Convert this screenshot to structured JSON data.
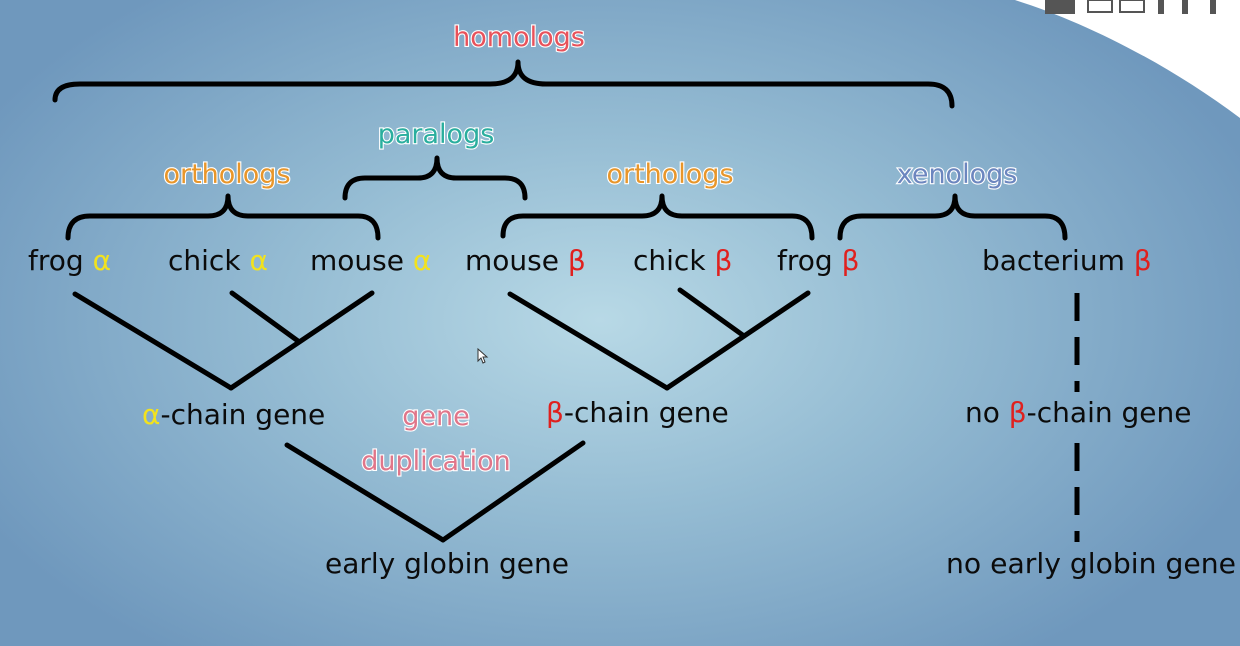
{
  "colors": {
    "homologs": "#e8525b",
    "orthologs": "#e8962a",
    "paralogs": "#2aae9e",
    "xenologs": "#6c86bf",
    "duplication": "#e0768a",
    "alpha": "#f2e21e",
    "beta": "#e0201e",
    "text": "#0b0b0b"
  },
  "groups": {
    "homologs": "homologs",
    "orthologs_alpha": "orthologs",
    "paralogs": "paralogs",
    "orthologs_beta": "orthologs",
    "xenologs": "xenologs"
  },
  "symbols": {
    "alpha": "α",
    "beta": "β"
  },
  "species": {
    "frog_alpha": "frog",
    "chick_alpha": "chick",
    "mouse_alpha": "mouse",
    "mouse_beta": "mouse",
    "chick_beta": "chick",
    "frog_beta": "frog",
    "bacterium_beta": "bacterium"
  },
  "nodes": {
    "alpha_chain_suffix": "-chain gene",
    "beta_chain_suffix": "-chain gene",
    "no_prefix": "no",
    "no_beta_chain_suffix": "-chain gene",
    "early_globin": "early globin gene",
    "no_early_globin": "no early globin gene"
  },
  "annotation": {
    "gene_line1": "gene",
    "gene_line2": "duplication"
  }
}
